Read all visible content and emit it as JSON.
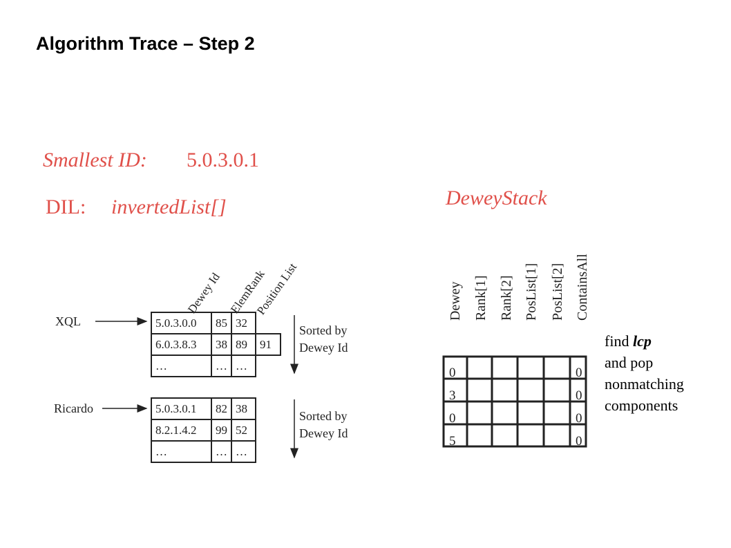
{
  "title": "Algorithm Trace – Step 2",
  "smallest_id": {
    "label": "Smallest ID:",
    "value": "5.0.3.0.1"
  },
  "dil": {
    "label": "DIL:",
    "value": "invertedList[]"
  },
  "stack_title": "DeweyStack",
  "dil_headers": [
    "Dewey Id",
    "ElemRank",
    "Position List"
  ],
  "lists": [
    {
      "keyword": "XQL",
      "sorted_note": [
        "Sorted by",
        "Dewey Id"
      ],
      "rows": [
        [
          "5.0.3.0.0",
          "85",
          "32",
          ""
        ],
        [
          "6.0.3.8.3",
          "38",
          "89",
          "91"
        ],
        [
          "…",
          "…",
          "…",
          ""
        ]
      ]
    },
    {
      "keyword": "Ricardo",
      "sorted_note": [
        "Sorted by",
        "Dewey Id"
      ],
      "rows": [
        [
          "5.0.3.0.1",
          "82",
          "38"
        ],
        [
          "8.2.1.4.2",
          "99",
          "52"
        ],
        [
          "…",
          "…",
          "…"
        ]
      ]
    }
  ],
  "stack_headers": [
    "Dewey",
    "Rank[1]",
    "Rank[2]",
    "PosList[1]",
    "PosList[2]",
    "ContainsAll"
  ],
  "stack_rows": [
    {
      "dewey": "0",
      "contains_all": "0"
    },
    {
      "dewey": "3",
      "contains_all": "0"
    },
    {
      "dewey": "0",
      "contains_all": "0"
    },
    {
      "dewey": "5",
      "contains_all": "0"
    }
  ],
  "note": {
    "line1_prefix": "find",
    "line1_bold": "lcp",
    "line2": "and pop",
    "line3": "nonmatching",
    "line4": "components"
  }
}
